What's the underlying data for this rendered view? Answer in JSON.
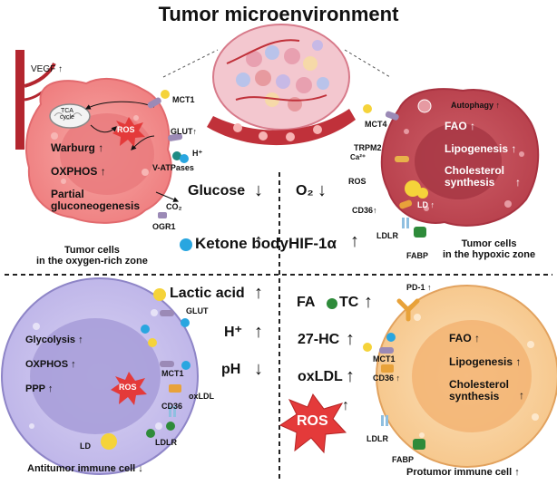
{
  "title": "Tumor microenvironment",
  "arrows": {
    "up": "↑",
    "down": "↓"
  },
  "top_left": {
    "vegf": "VEGF",
    "tca_cycle": "TCA\ncycle",
    "ros": "ROS",
    "mct1": "MCT1",
    "glut": "GLUT",
    "h_plus": "H⁺",
    "v_atpases": "V-ATPases",
    "warburg": "Warburg",
    "oxphos": "OXPHOS",
    "partial_gluconeogenesis": "Partial\ngluconeogenesis",
    "co2": "CO₂",
    "ogr1": "OGR1",
    "caption": "Tumor cells\nin the oxygen-rich zone"
  },
  "top_right": {
    "mct4": "MCT4",
    "autophagy": "Autophagy",
    "fao": "FAO",
    "lipogenesis": "Lipogenesis",
    "cholesterol_synthesis": "Cholesterol\nsynthesis",
    "trpm2": "TRPM2",
    "ca2": "Ca²⁺",
    "ros": "ROS",
    "ld": "LD",
    "cd36": "CD36",
    "ldlr": "LDLR",
    "fabp": "FABP",
    "caption": "Tumor cells\nin the hypoxic zone"
  },
  "center": {
    "glucose": "Glucose",
    "ketone_body": "Ketone body",
    "o2": "O₂",
    "hif1a": "HIF-1α",
    "lactic_acid": "Lactic acid",
    "h_plus": "H⁺",
    "ph": "pH",
    "fa": "FA",
    "tc": "TC",
    "hc27": "27-HC",
    "oxldl": "oxLDL",
    "ros": "ROS"
  },
  "bottom_left": {
    "glut": "GLUT",
    "glycolysis": "Glycolysis",
    "oxphos": "OXPHOS",
    "ppp": "PPP",
    "ros": "ROS",
    "mct1": "MCT1",
    "oxldl": "oxLDL",
    "cd36": "CD36",
    "ld": "LD",
    "ldlr": "LDLR",
    "caption": "Antitumor immune cell"
  },
  "bottom_right": {
    "pd1": "PD-1",
    "fao": "FAO",
    "lipogenesis": "Lipogenesis",
    "cholesterol_synthesis": "Cholesterol\nsynthesis",
    "mct1": "MCT1",
    "cd36": "CD36",
    "ldlr": "LDLR",
    "fabp": "FABP",
    "caption": "Protumor immune cell"
  },
  "colors": {
    "tumor_cell": "#f08a8a",
    "tumor_nucleus": "#d96b6e",
    "hypoxic_cell": "#c94e58",
    "antitumor_cell": "#c9c3ec",
    "antitumor_nucleus": "#a99ed9",
    "protumor_cell": "#f8cf9a",
    "protumor_nucleus": "#f3b473",
    "ros_burst": "#e43a3a",
    "yellow_metabolite": "#f5d33a",
    "blue_metabolite": "#29a6e0",
    "green_metabolite": "#2e8b3a",
    "vessel": "#c0313a"
  }
}
